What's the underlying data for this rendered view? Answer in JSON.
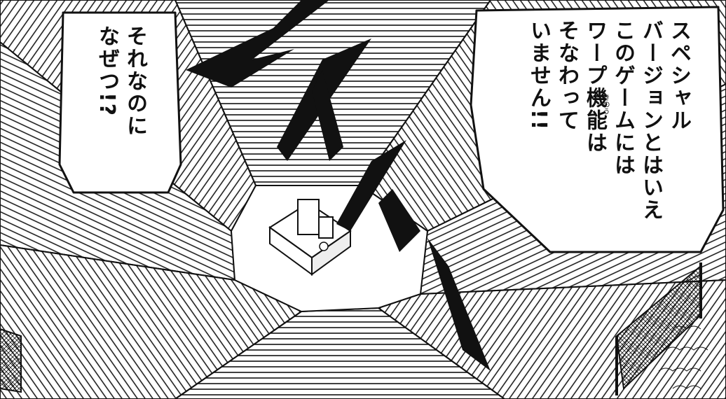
{
  "speech_right": {
    "lines": [
      "スペシャル",
      "バージョンとはいえ",
      "このゲームには",
      "ワープ機能は",
      "そなわって",
      "いません!!"
    ],
    "ruby": "きのう"
  },
  "speech_left": {
    "lines": [
      "それなのに",
      "なぜつ!?"
    ]
  },
  "colors": {
    "ink": "#111111",
    "paper": "#ffffff"
  }
}
